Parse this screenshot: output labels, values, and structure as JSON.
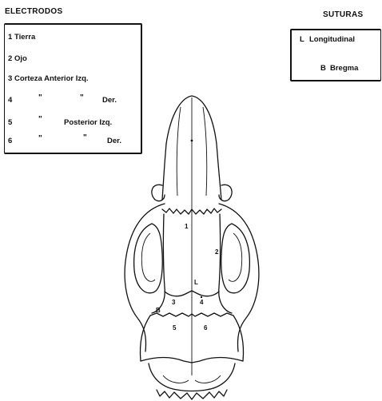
{
  "electrodos": {
    "title": "ELECTRODOS",
    "rows": [
      {
        "num": "1",
        "text": "Tierra"
      },
      {
        "num": "2",
        "text": "Ojo"
      },
      {
        "num": "3",
        "text": "Corteza Anterior Izq."
      },
      {
        "num": "4",
        "text": "Der."
      },
      {
        "num": "5",
        "text": "Posterior Izq."
      },
      {
        "num": "6",
        "text": "Der."
      }
    ],
    "ditto_mark": "\""
  },
  "suturas": {
    "title": "SUTURAS",
    "rows": [
      {
        "num": "L",
        "text": "Longitudinal"
      },
      {
        "num": "B",
        "text": "Bregma"
      }
    ]
  },
  "skull_labels": {
    "l1": "1",
    "l2": "2",
    "l3": "3",
    "l4": "4",
    "l5": "5",
    "l6": "6",
    "lL": "L",
    "lB": "B"
  }
}
